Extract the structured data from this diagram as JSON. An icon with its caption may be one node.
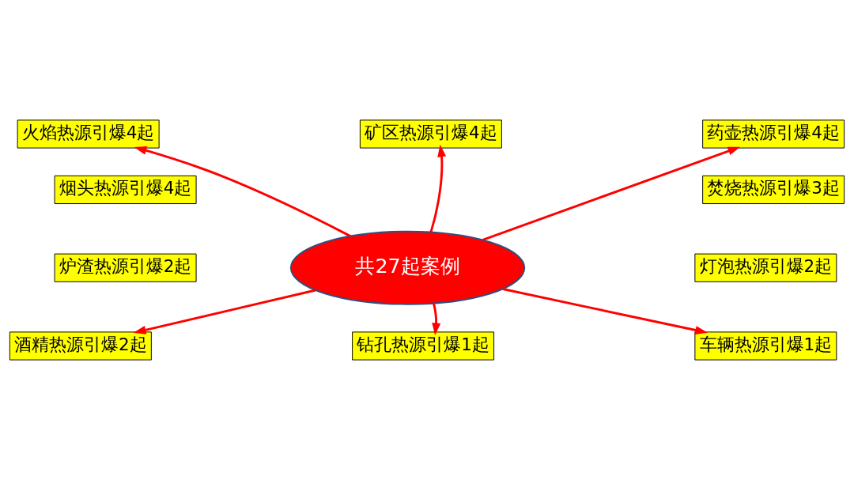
{
  "diagram": {
    "nodes": [
      {
        "text": [
          "火焰热源引爆4起"
        ]
      },
      {
        "text": [
          "矿区热源引爆4起"
        ]
      },
      {
        "text": [
          "药壶热源引爆4起"
        ]
      },
      {
        "text": [
          "烟头热源引爆4起"
        ]
      },
      {
        "text": [
          "焚烧热源引爆3起"
        ]
      },
      {
        "text": [
          "共27起案例"
        ]
      },
      {
        "text": [
          "炉渣热源引爆2起"
        ]
      },
      {
        "text": [
          "灯泡热源引爆2起"
        ]
      },
      {
        "text": [
          "酒精热源引爆2起"
        ]
      },
      {
        "text": [
          "钻孔热源引爆1起"
        ]
      },
      {
        "text": [
          "车辆热源引爆1起"
        ]
      }
    ],
    "edges": [
      {
        "from": 5,
        "to": 0,
        "arrow": "to"
      },
      {
        "from": 5,
        "to": 1,
        "arrow": "to"
      },
      {
        "from": 5,
        "to": 2,
        "arrow": "to"
      },
      {
        "from": 5,
        "to": 8,
        "arrow": "to"
      },
      {
        "from": 5,
        "to": 9,
        "arrow": "to"
      },
      {
        "from": 5,
        "to": 10,
        "arrow": "to"
      }
    ]
  }
}
